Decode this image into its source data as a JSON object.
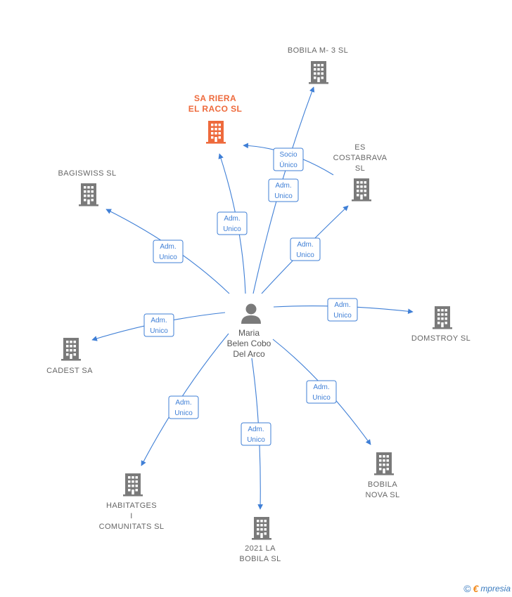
{
  "center": {
    "name_lines": [
      "Maria",
      "Belen Cobo",
      "Del Arco"
    ]
  },
  "colors": {
    "edge": "#3f7fd6",
    "building": "#7a7a7a",
    "highlight": "#ee6a3c"
  },
  "companies": [
    {
      "id": "bobila-m3",
      "lines": [
        "BOBILA M- 3 SL"
      ],
      "highlight": false
    },
    {
      "id": "sa-riera",
      "lines": [
        "SA RIERA",
        "EL RACO  SL"
      ],
      "highlight": true
    },
    {
      "id": "es-costabrava",
      "lines": [
        "ES",
        "COSTABRAVA",
        "SL"
      ],
      "highlight": false
    },
    {
      "id": "bagiswiss",
      "lines": [
        "BAGISWISS  SL"
      ],
      "highlight": false
    },
    {
      "id": "domstroy",
      "lines": [
        "DOMSTROY SL"
      ],
      "highlight": false
    },
    {
      "id": "cadest",
      "lines": [
        "CADEST SA"
      ],
      "highlight": false
    },
    {
      "id": "habitatges",
      "lines": [
        "HABITATGES",
        "I",
        "COMUNITATS SL"
      ],
      "highlight": false
    },
    {
      "id": "bobila-nova",
      "lines": [
        "BOBILA",
        "NOVA SL"
      ],
      "highlight": false
    },
    {
      "id": "2021-la-bobila",
      "lines": [
        "2021 LA",
        "BOBILA  SL"
      ],
      "highlight": false
    }
  ],
  "relations": [
    {
      "id": "rel-socio",
      "lines": [
        "Socio",
        "Único"
      ]
    },
    {
      "id": "rel-bobila-m3",
      "lines": [
        "Adm.",
        "Unico"
      ]
    },
    {
      "id": "rel-sa-riera",
      "lines": [
        "Adm.",
        "Unico"
      ]
    },
    {
      "id": "rel-bagiswiss",
      "lines": [
        "Adm.",
        "Unico"
      ]
    },
    {
      "id": "rel-costabrava",
      "lines": [
        "Adm.",
        "Unico"
      ]
    },
    {
      "id": "rel-domstroy",
      "lines": [
        "Adm.",
        "Unico"
      ]
    },
    {
      "id": "rel-cadest",
      "lines": [
        "Adm.",
        "Unico"
      ]
    },
    {
      "id": "rel-habitatges",
      "lines": [
        "Adm.",
        "Unico"
      ]
    },
    {
      "id": "rel-bobila-nova",
      "lines": [
        "Adm.",
        "Unico"
      ]
    },
    {
      "id": "rel-2021",
      "lines": [
        "Adm.",
        "Unico"
      ]
    }
  ],
  "footer": {
    "copyright": "©",
    "brand_initial": "€",
    "brand_rest": "mpresia"
  }
}
